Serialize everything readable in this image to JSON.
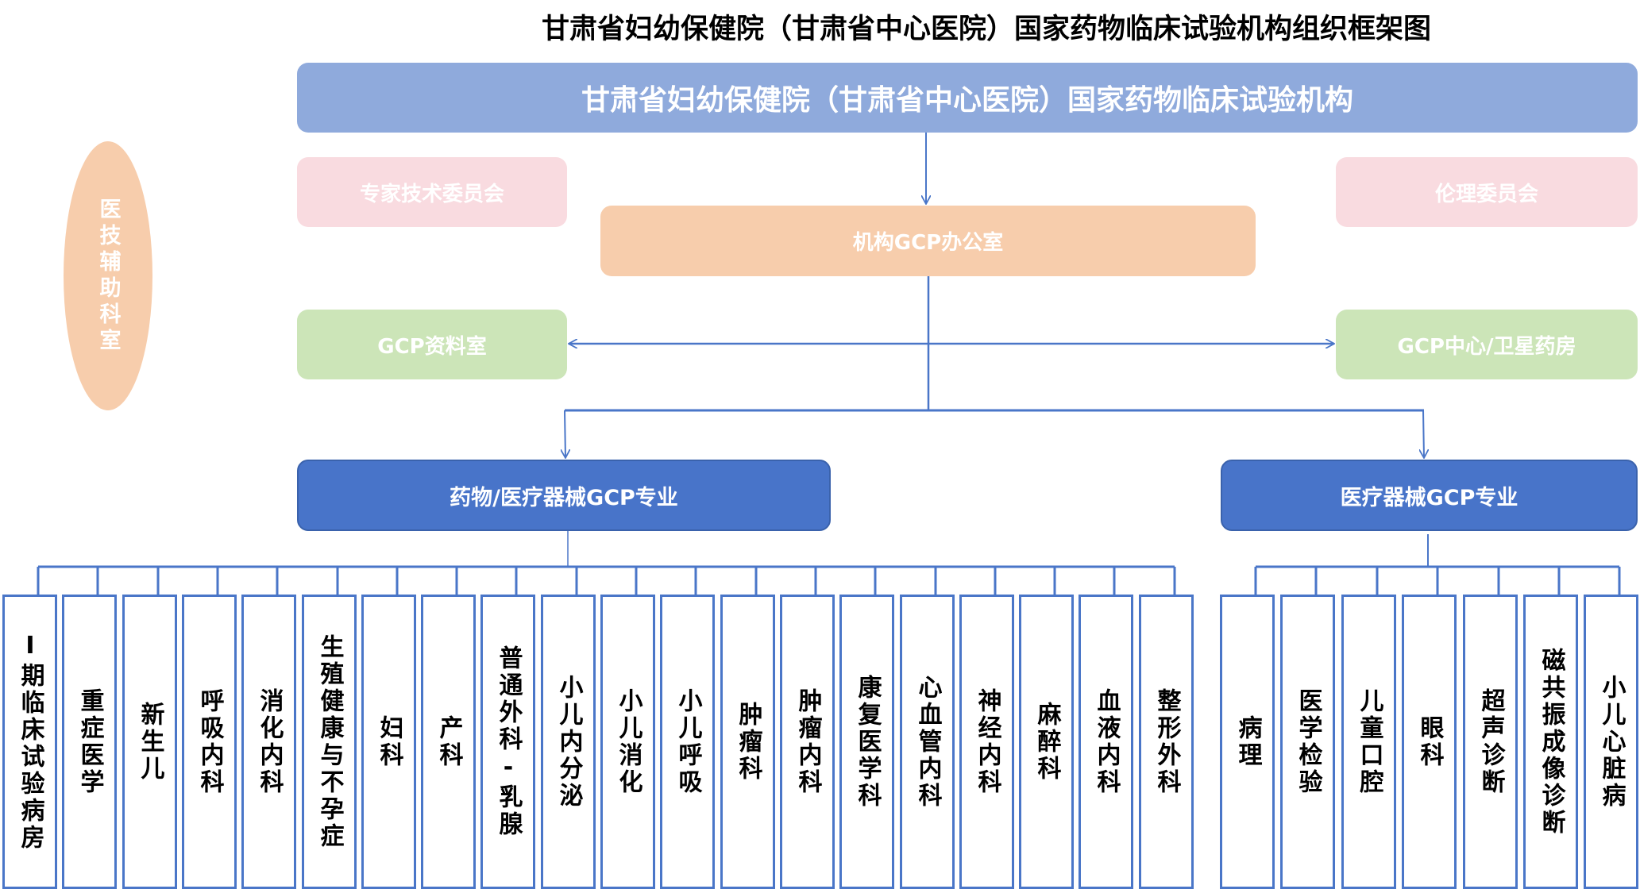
{
  "title": "甘肃省妇幼保健院（甘肃省中心医院）国家药物临床试验机构组织框架图",
  "root": {
    "label": "甘肃省妇幼保健院（甘肃省中心医院）国家药物临床试验机构"
  },
  "side": {
    "label": "医技辅助科室"
  },
  "committees": {
    "expert": "专家技术委员会",
    "ethics": "伦理委员会"
  },
  "office": {
    "label": "机构GCP办公室"
  },
  "support": {
    "archive": "GCP资料室",
    "pharmacy": "GCP中心/卫星药房"
  },
  "specialties": {
    "drug": {
      "label": "药物/医疗器械GCP专业",
      "departments": [
        "I期临床试验病房",
        "重症医学",
        "新生儿",
        "呼吸内科",
        "消化内科",
        "生殖健康与不孕症",
        "妇科",
        "产科",
        "普通外科-乳腺",
        "小儿内分泌",
        "小儿消化",
        "小儿呼吸",
        "肿瘤科",
        "肿瘤内科",
        "康复医学科",
        "心血管内科",
        "神经内科",
        "麻醉科",
        "血液内科",
        "整形外科"
      ]
    },
    "device": {
      "label": "医疗器械GCP专业",
      "departments": [
        "病理",
        "医学检验",
        "儿童口腔",
        "眼科",
        "超声诊断",
        "磁共振成像诊断",
        "小儿心脏病"
      ]
    }
  },
  "colors": {
    "root": "#8faadc",
    "committee": "#f9dbe0",
    "office": "#f7cdac",
    "support": "#cce5b8",
    "specialty": "#4874c9",
    "connector": "#4a76c8"
  }
}
